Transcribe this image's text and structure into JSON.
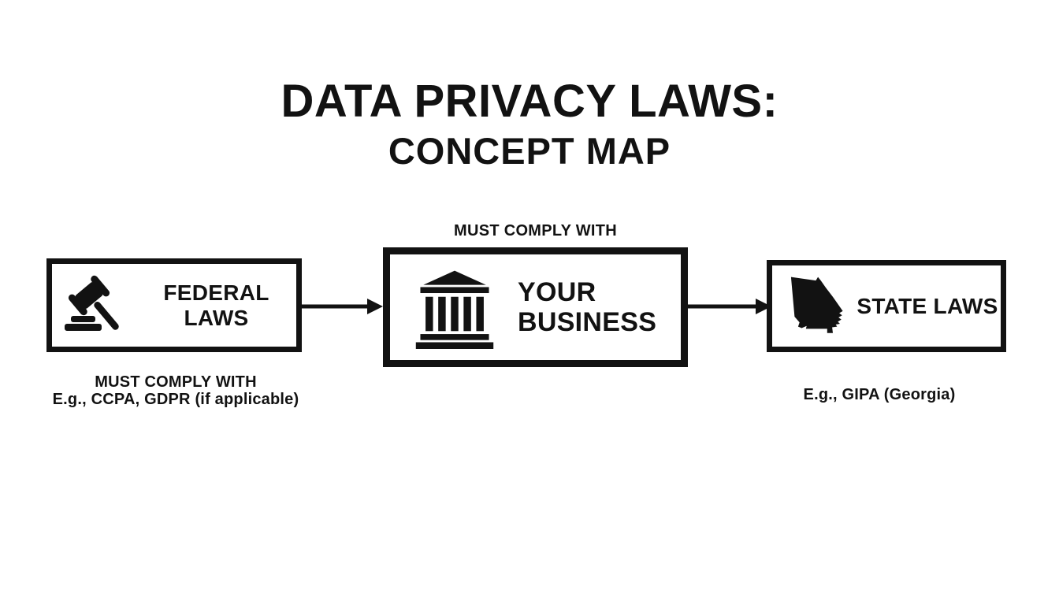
{
  "colors": {
    "ink": "#121212",
    "background": "#ffffff"
  },
  "title": {
    "line1": "DATA PRIVACY LAWS:",
    "line2": "CONCEPT MAP"
  },
  "diagram": {
    "edge_labels": {
      "business_top": "MUST COMPLY WITH"
    },
    "nodes": [
      {
        "id": "federal-laws",
        "label": "FEDERAL LAWS",
        "icon": "gavel-icon"
      },
      {
        "id": "your-business",
        "label_line1": "YOUR",
        "label_line2": "BUSINESS",
        "icon": "bank-building-icon"
      },
      {
        "id": "state-laws",
        "label": "STATE LAWS",
        "icon": "georgia-state-icon"
      }
    ],
    "arrows": [
      {
        "from": "federal-laws",
        "to": "your-business"
      },
      {
        "from": "your-business",
        "to": "state-laws"
      }
    ],
    "captions": {
      "federal_line1": "MUST COMPLY WITH",
      "federal_line2": "E.g., CCPA, GDPR (if applicable)",
      "state_line1": "E.g., GIPA (Georgia)"
    }
  }
}
